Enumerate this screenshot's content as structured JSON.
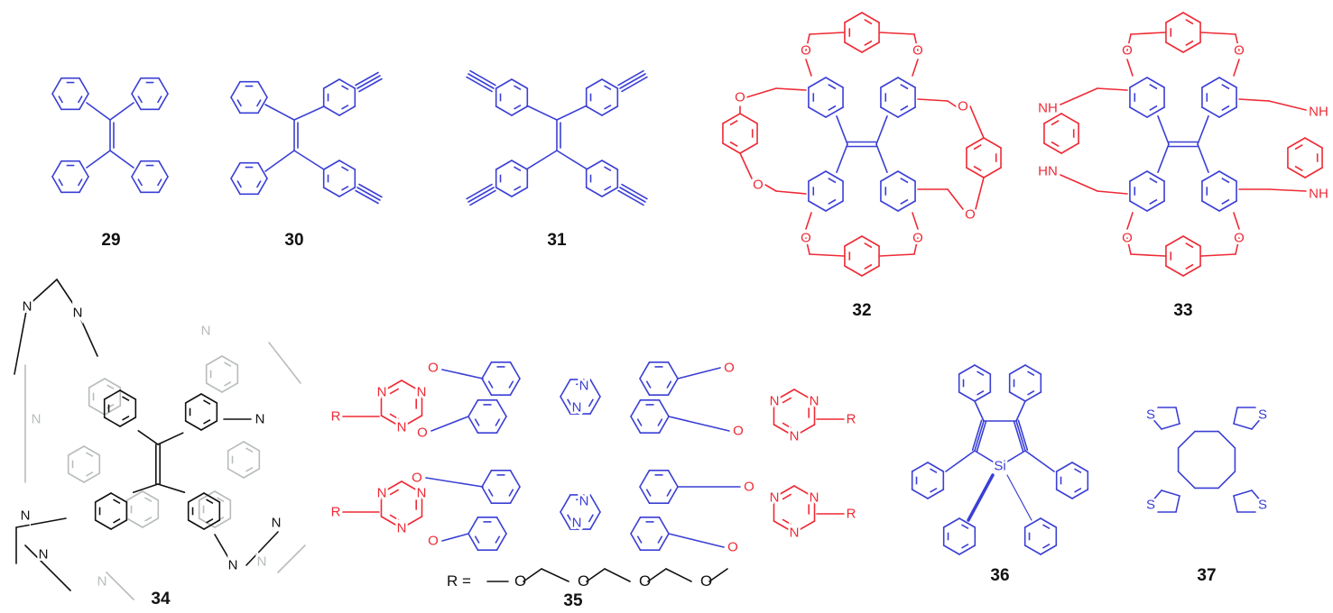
{
  "colors": {
    "blue": "#3a3fd4",
    "red": "#ee2a35",
    "black": "#111111",
    "gray": "#b8bcbc"
  },
  "labels": {
    "c29": "29",
    "c30": "30",
    "c31": "31",
    "c32": "32",
    "c33": "33",
    "c34": "34",
    "c35": "35",
    "c36": "36",
    "c37": "37"
  },
  "atoms": {
    "O": "O",
    "NH": "NH",
    "HN": "HN",
    "N": "N",
    "R": "R",
    "Si": "Si",
    "S": "S"
  },
  "r_definition": {
    "prefix": "R =",
    "O": "O"
  }
}
